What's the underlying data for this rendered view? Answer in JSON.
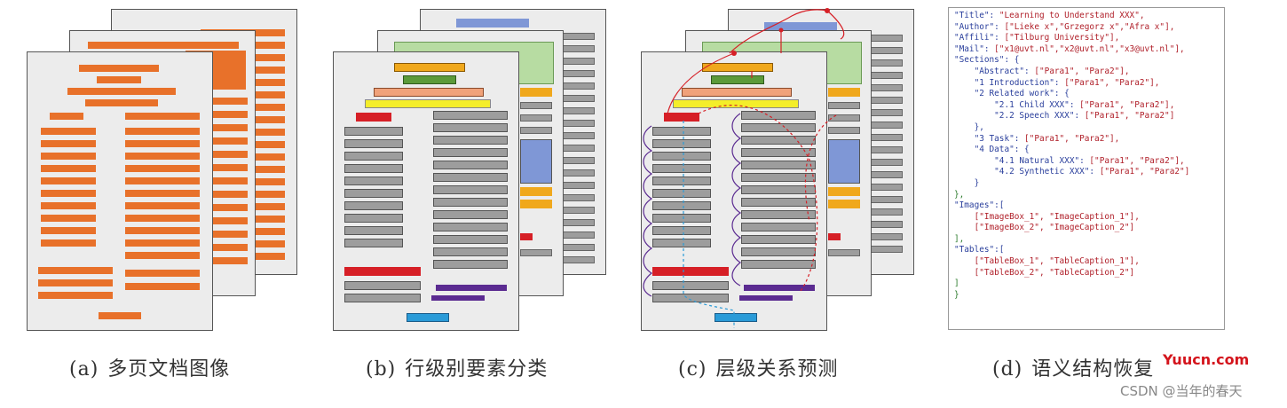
{
  "captions": {
    "a": {
      "prefix": "(a)",
      "text": "多页文档图像"
    },
    "b": {
      "prefix": "(b)",
      "text": "行级别要素分类"
    },
    "c": {
      "prefix": "(c)",
      "text": "层级关系预测"
    },
    "d": {
      "prefix": "(d)",
      "text": "语义结构恢复"
    }
  },
  "json_lines": [
    [
      [
        "k",
        "\"Title\": "
      ],
      [
        "v",
        "\"Learning to Understand XXX\","
      ]
    ],
    [
      [
        "k",
        "\"Author\": "
      ],
      [
        "v",
        "[\"Lieke x\",\"Grzegorz x\",\"Afra x\"],"
      ]
    ],
    [
      [
        "k",
        "\"Affili\": "
      ],
      [
        "v",
        "[\"Tilburg University\"],"
      ]
    ],
    [
      [
        "k",
        "\"Mail\": "
      ],
      [
        "v",
        "[\"x1@uvt.nl\",\"x2@uvt.nl\",\"x3@uvt.nl\"],"
      ]
    ],
    [
      [
        "k",
        "\"Sections\": {"
      ]
    ],
    [
      [
        "k",
        "    \"Abstract\": "
      ],
      [
        "v",
        "[\"Para1\", \"Para2\"],"
      ]
    ],
    [
      [
        "k",
        "    \"1 Introduction\": "
      ],
      [
        "v",
        "[\"Para1\", \"Para2\"],"
      ]
    ],
    [
      [
        "k",
        "    \"2 Related work\": {"
      ]
    ],
    [
      [
        "k",
        "        \"2.1 Child XXX\": "
      ],
      [
        "v",
        "[\"Para1\", \"Para2\"],"
      ]
    ],
    [
      [
        "k",
        "        \"2.2 Speech XXX\": "
      ],
      [
        "v",
        "[\"Para1\", \"Para2\"]"
      ]
    ],
    [
      [
        "k",
        "    },"
      ]
    ],
    [
      [
        "k",
        "    \"3 Task\": "
      ],
      [
        "v",
        "[\"Para1\", \"Para2\"],"
      ]
    ],
    [
      [
        "k",
        "    \"4 Data\": {"
      ]
    ],
    [
      [
        "k",
        "        \"4.1 Natural XXX\": "
      ],
      [
        "v",
        "[\"Para1\", \"Para2\"],"
      ]
    ],
    [
      [
        "k",
        "        \"4.2 Synthetic XXX\": "
      ],
      [
        "v",
        "[\"Para1\", \"Para2\"]"
      ]
    ],
    [
      [
        "k",
        "    }"
      ]
    ],
    [
      [
        "p",
        "},"
      ]
    ],
    [
      [
        "k",
        "\"Images\":["
      ]
    ],
    [
      [
        "v",
        "    [\"ImageBox_1\", \"ImageCaption_1\"],"
      ]
    ],
    [
      [
        "v",
        "    [\"ImageBox_2\", \"ImageCaption_2\"]"
      ]
    ],
    [
      [
        "p",
        "],"
      ]
    ],
    [
      [
        "k",
        "\"Tables\":["
      ]
    ],
    [
      [
        "v",
        "    [\"TableBox_1\", \"TableCaption_1\"],"
      ]
    ],
    [
      [
        "v",
        "    [\"TableBox_2\", \"TableCaption_2\"]"
      ]
    ],
    [
      [
        "p",
        "]"
      ]
    ],
    [
      [
        "p",
        "}"
      ]
    ]
  ],
  "watermark": {
    "site": "Yuucn.com",
    "credit": "CSDN @当年的春天"
  },
  "colors": {
    "orange": "#e8712a",
    "gray": "#9d9d9d",
    "title_orange": "#f0a81c",
    "green": "#5b9a3a",
    "salmon": "#f0a27a",
    "yellow": "#f4ee2a",
    "red": "#d61f26",
    "blue": "#2a9bd8",
    "purple": "#5b2b91",
    "light_green": "#b7dca2",
    "periwinkle": "#7f97d6",
    "arrow_red": "#d61f26"
  }
}
